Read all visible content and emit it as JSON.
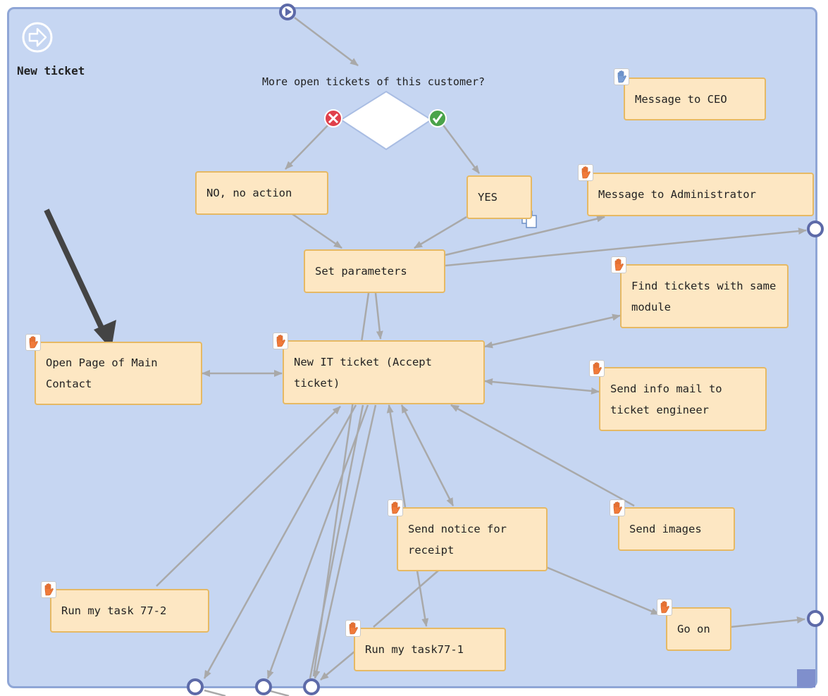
{
  "pool": {
    "title": "New ticket"
  },
  "gateway": {
    "question": "More open tickets of this customer?"
  },
  "tasks": {
    "no_action": "NO, no action",
    "yes": "YES",
    "set_parameters": "Set parameters",
    "message_ceo": "Message to CEO",
    "message_admin": "Message to Administrator",
    "find_tickets": "Find tickets with same module",
    "open_page": "Open Page of Main Contact",
    "new_it_ticket": "New IT ticket (Accept ticket)",
    "send_info_mail": "Send info mail to ticket engineer",
    "send_notice": "Send notice for receipt",
    "send_images": "Send images",
    "run_77_2": "Run my task 77-2",
    "run_77_1": "Run my task77-1",
    "go_on": "Go on"
  },
  "colors": {
    "pool_fill": "#c6d6f2",
    "pool_border": "#8fa6d6",
    "task_fill": "#fde7c3",
    "task_border": "#e6b964",
    "edge": "#a9a9a9",
    "event_ring": "#5d6aa8",
    "gateway_no": "#e0404b",
    "gateway_yes": "#4aa34a",
    "pointer_arrow": "#444444"
  },
  "icons": [
    "start-arrow-icon",
    "hand-icon",
    "document-icon",
    "gateway-no-icon",
    "gateway-yes-icon",
    "end-event-icon"
  ]
}
